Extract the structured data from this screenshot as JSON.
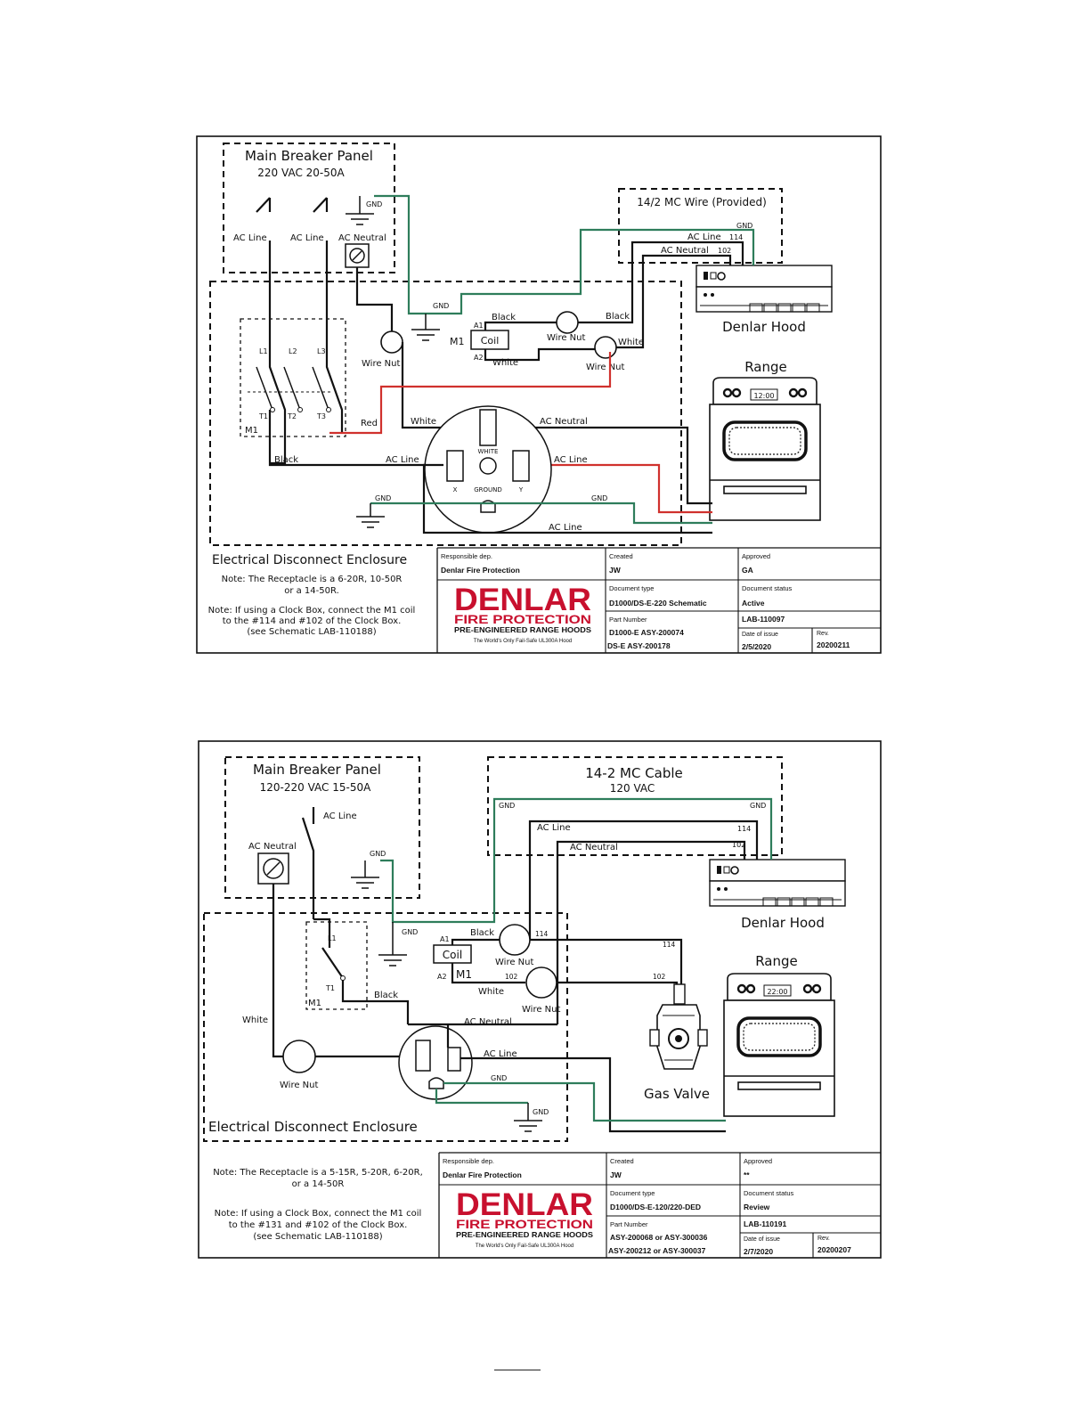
{
  "diagram1": {
    "panel_title": "Main Breaker Panel",
    "panel_sub": "220 VAC 20-50A",
    "ac_line_1": "AC Line",
    "ac_line_2": "AC Line",
    "ac_neutral": "AC Neutral",
    "gnd": "GND",
    "mc_title": "14/2 MC Wire (Provided)",
    "mc_gnd": "GND",
    "mc_ac_line": "AC Line",
    "mc_114": "114",
    "mc_ac_neutral": "AC Neutral",
    "mc_102": "102",
    "hood_label": "Denlar Hood",
    "range_label": "Range",
    "range_clock": "12:00",
    "gnd_mid": "GND",
    "black_1": "Black",
    "black_2": "Black",
    "a1": "A1",
    "a2": "A2",
    "m1_coil": "M1",
    "coil": "Coil",
    "white_coil": "White",
    "wire_nut_top": "Wire Nut",
    "wire_nut_white": "White",
    "wire_nut_bottom": "Wire Nut",
    "wire_nut_left": "Wire Nut",
    "l1": "L1",
    "l2": "L2",
    "l3": "L3",
    "t1": "T1",
    "t2": "T2",
    "t3": "T3",
    "m1_contactor": "M1",
    "red": "Red",
    "white_recept": "White",
    "ac_neutral_recept": "AC Neutral",
    "black_bottom": "Black",
    "ac_line_left": "AC Line",
    "ac_line_right": "AC Line",
    "recept_white": "WHITE",
    "recept_x": "X",
    "recept_ground": "GROUND",
    "recept_y": "Y",
    "gnd_left": "GND",
    "gnd_right": "GND",
    "ac_line_bottom": "AC Line",
    "enclosure": "Electrical Disconnect Enclosure",
    "note1": "Note: The Receptacle is a 6-20R, 10-50R",
    "note1b": "or a 14-50R.",
    "note2": "Note: If using a Clock Box, connect the M1 coil",
    "note2b": "to the #114 and #102 of the Clock Box.",
    "note2c": "(see Schematic LAB-110188)",
    "tb": {
      "resp_label": "Responsible dep.",
      "resp_value": "Denlar Fire Protection",
      "created_label": "Created",
      "created_value": "JW",
      "approved_label": "Approved",
      "approved_value": "GA",
      "doctype_label": "Document type",
      "doctype_value": "D1000/DS-E-220 Schematic",
      "docstatus_label": "Document status",
      "docstatus_value": "Active",
      "partnum_label": "Part Number",
      "partnum_value1": "D1000-E ASY-200074",
      "partnum_value2": "DS-E ASY-200178",
      "lab_value": "LAB-110097",
      "date_label": "Date of issue",
      "date_value": "2/5/2020",
      "rev_label": "Rev.",
      "rev_value": "20200211"
    }
  },
  "diagram2": {
    "panel_title": "Main Breaker Panel",
    "panel_sub": "120-220 VAC 15-50A",
    "ac_line": "AC Line",
    "ac_neutral": "AC Neutral",
    "gnd": "GND",
    "mc_title": "14-2 MC Cable",
    "mc_sub": "120 VAC",
    "mc_gnd_l": "GND",
    "mc_gnd_r": "GND",
    "mc_ac_line": "AC Line",
    "mc_114": "114",
    "mc_ac_neutral": "AC Neutral",
    "mc_102": "102",
    "hood_label": "Denlar Hood",
    "range_label": "Range",
    "range_clock": "22:00",
    "gnd_mid": "GND",
    "black_1": "Black",
    "a1": "A1",
    "a2": "A2",
    "coil": "Coil",
    "m1_coil": "M1",
    "w114a": "114",
    "w114b": "114",
    "w102a": "102",
    "w102b": "102",
    "wire_nut_top": "Wire Nut",
    "white_coil": "White",
    "wire_nut_bottom": "Wire Nut",
    "l1": "L1",
    "t1": "T1",
    "m1_contactor": "M1",
    "black_contactor": "Black",
    "white_left": "White",
    "ac_neutral_recept": "AC Neutral",
    "ac_line_recept": "AC Line",
    "gnd_recept": "GND",
    "gnd_bottom": "GND",
    "wire_nut_left": "Wire Nut",
    "gas_valve": "Gas Valve",
    "enclosure": "Electrical Disconnect Enclosure",
    "note1": "Note: The Receptacle is a 5-15R, 5-20R, 6-20R,",
    "note1b": "or a 14-50R",
    "note2": "Note: If using a Clock Box, connect the M1 coil",
    "note2b": "to the #131 and #102 of the Clock Box.",
    "note2c": "(see Schematic LAB-110188)",
    "tb": {
      "resp_label": "Responsible dep.",
      "resp_value": "Denlar Fire Protection",
      "created_label": "Created",
      "created_value": "JW",
      "approved_label": "Approved",
      "approved_value": "**",
      "doctype_label": "Document type",
      "doctype_value": "D1000/DS-E-120/220-DED",
      "docstatus_label": "Document status",
      "docstatus_value": "Review",
      "partnum_label": "Part Number",
      "partnum_value1": "ASY-200068 or ASY-300036",
      "partnum_value2": "ASY-200212 or ASY-300037",
      "lab_value": "LAB-110191",
      "date_label": "Date of issue",
      "date_value": "2/7/2020",
      "rev_label": "Rev.",
      "rev_value": "20200207"
    }
  },
  "logo": {
    "brand": "DENLAR",
    "line1": "FIRE PROTECTION",
    "line2": "PRE-ENGINEERED RANGE HOODS",
    "tagline": "The World's Only Fail-Safe UL300A Hood"
  },
  "colors": {
    "wire": "#111111",
    "ground_wire": "#2e7d5b",
    "hot_wire": "#d0312d",
    "logo_red": "#c8102e"
  }
}
